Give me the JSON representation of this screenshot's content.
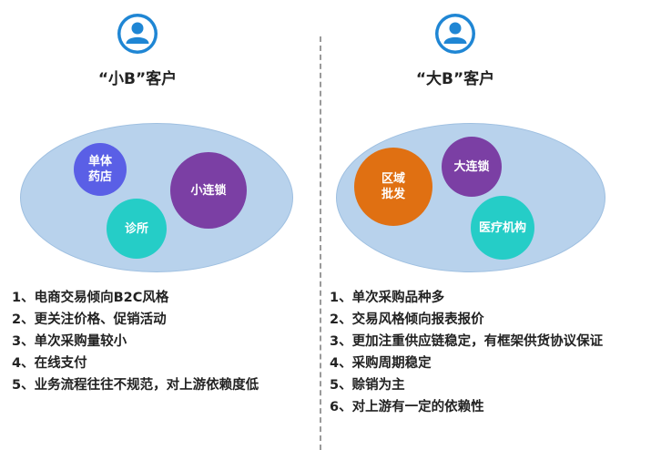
{
  "colors": {
    "icon_blue": "#1f86d4",
    "ellipse_fill": "#b8d2ec",
    "purple_blue": "#5a5fe6",
    "dark_purple": "#7b3fa4",
    "teal": "#25cdc7",
    "orange": "#e07012"
  },
  "left": {
    "icon": "user-icon",
    "title": "“小B”客户",
    "circles": {
      "pharmacy": "单体\n药店",
      "chain": "小连锁",
      "clinic": "诊所"
    },
    "points": [
      "1、电商交易倾向B2C风格",
      "2、更关注价格、促销活动",
      "3、单次采购量较小",
      "4、在线支付",
      "5、业务流程往往不规范，对上游依赖度低"
    ]
  },
  "right": {
    "icon": "user-icon",
    "title": "“大B”客户",
    "circles": {
      "wholesale": "区域\n批发",
      "big_chain": "大连锁",
      "medical": "医疗机构"
    },
    "points": [
      "1、单次采购品种多",
      "2、交易风格倾向报表报价",
      "3、更加注重供应链稳定，有框架供货协议保证",
      "4、采购周期稳定",
      "5、赊销为主",
      "6、对上游有一定的依赖性"
    ]
  }
}
